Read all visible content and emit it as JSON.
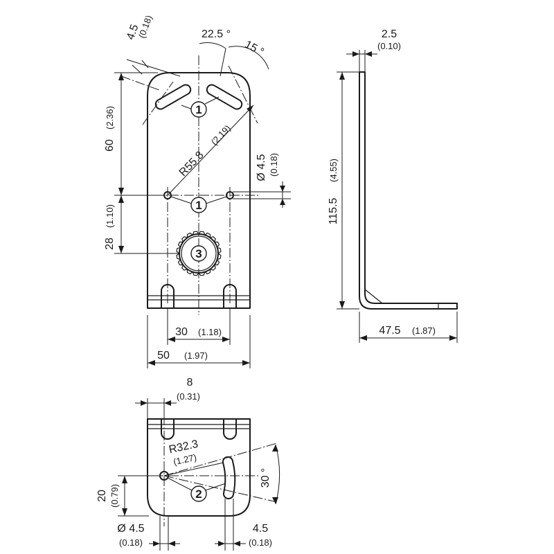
{
  "views": {
    "front": {
      "top_width": {
        "main": "4.5",
        "sub": "(0.18)"
      },
      "angle_a": "22.5 °",
      "angle_b": "15 °",
      "height_60": {
        "main": "60",
        "sub": "(2.36)"
      },
      "radius": {
        "main": "R55.8",
        "sub": "(2.19)"
      },
      "hole_dia": {
        "main": "Ø 4.5",
        "sub": "(0.18)"
      },
      "height_28": {
        "main": "28",
        "sub": "(1.10)"
      },
      "spacing_30": {
        "main": "30",
        "sub": "(1.18)"
      },
      "width_50": {
        "main": "50",
        "sub": "(1.97)"
      }
    },
    "side": {
      "thickness": {
        "main": "2.5",
        "sub": "(0.10)"
      },
      "height": {
        "main": "115.5",
        "sub": "(4.55)"
      },
      "depth": {
        "main": "47.5",
        "sub": "(1.87)"
      }
    },
    "bottom": {
      "offset_8": {
        "main": "8",
        "sub": "(0.31)"
      },
      "radius": {
        "main": "R32.3",
        "sub": "(1.27)"
      },
      "angle": "30 °",
      "height_20": {
        "main": "20",
        "sub": "(0.79)"
      },
      "hole_dia": {
        "main": "Ø 4.5",
        "sub": "(0.18)"
      },
      "slot_width": {
        "main": "4.5",
        "sub": "(0.18)"
      }
    }
  },
  "callouts": {
    "one": "1",
    "two": "2",
    "three": "3"
  }
}
